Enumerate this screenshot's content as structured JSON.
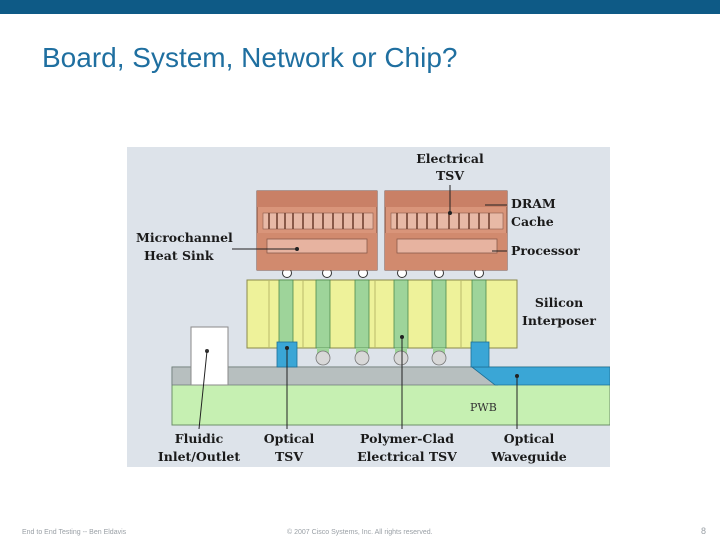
{
  "header": {
    "title": "Board, System, Network or Chip?"
  },
  "diagram": {
    "labels": {
      "electrical_tsv_line1": "Electrical",
      "electrical_tsv_line2": "TSV",
      "dram_line1": "DRAM",
      "dram_line2": "Cache",
      "processor": "Processor",
      "microchannel_line1": "Microchannel",
      "microchannel_line2": "Heat Sink",
      "silicon_line1": "Silicon",
      "silicon_line2": "Interposer",
      "pwb": "PWB",
      "fluidic_line1": "Fluidic",
      "fluidic_line2": "Inlet/Outlet",
      "optical_tsv_line1": "Optical",
      "optical_tsv_line2": "TSV",
      "polymer_line1": "Polymer-Clad",
      "polymer_line2": "Electrical TSV",
      "waveguide_line1": "Optical",
      "waveguide_line2": "Waveguide"
    },
    "colors": {
      "background": "#dde3ea",
      "chip_body": "#d9957a",
      "chip_dark": "#b06a50",
      "interposer": "#eef29a",
      "green_via": "#9ed49a",
      "blue_via": "#3aa6d6",
      "pwb": "#c6f0b2",
      "waveguide": "#3aa6d6"
    }
  },
  "footer": {
    "left": "End to End Testing -- Ben Eldavis",
    "center": "© 2007 Cisco Systems, Inc. All rights reserved.",
    "page": "8"
  }
}
